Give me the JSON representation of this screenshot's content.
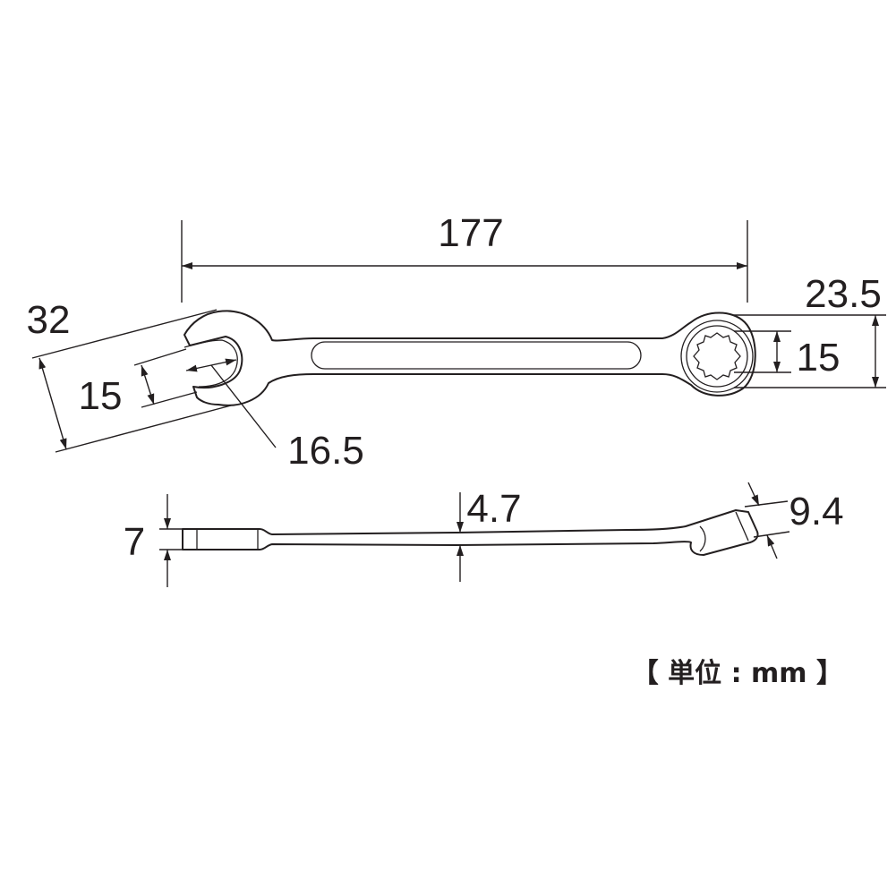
{
  "dimensions": {
    "overall_length": "177",
    "head_width": "32",
    "open_end_size": "15",
    "open_end_diagonal": "16.5",
    "ring_head_width": "23.5",
    "ring_size": "15",
    "open_end_thickness": "7",
    "shank_thickness": "4.7",
    "ring_end_thickness": "9.4"
  },
  "unit_label": "【 単位 : mm 】",
  "colors": {
    "line": "#231f20",
    "background": "#ffffff"
  }
}
